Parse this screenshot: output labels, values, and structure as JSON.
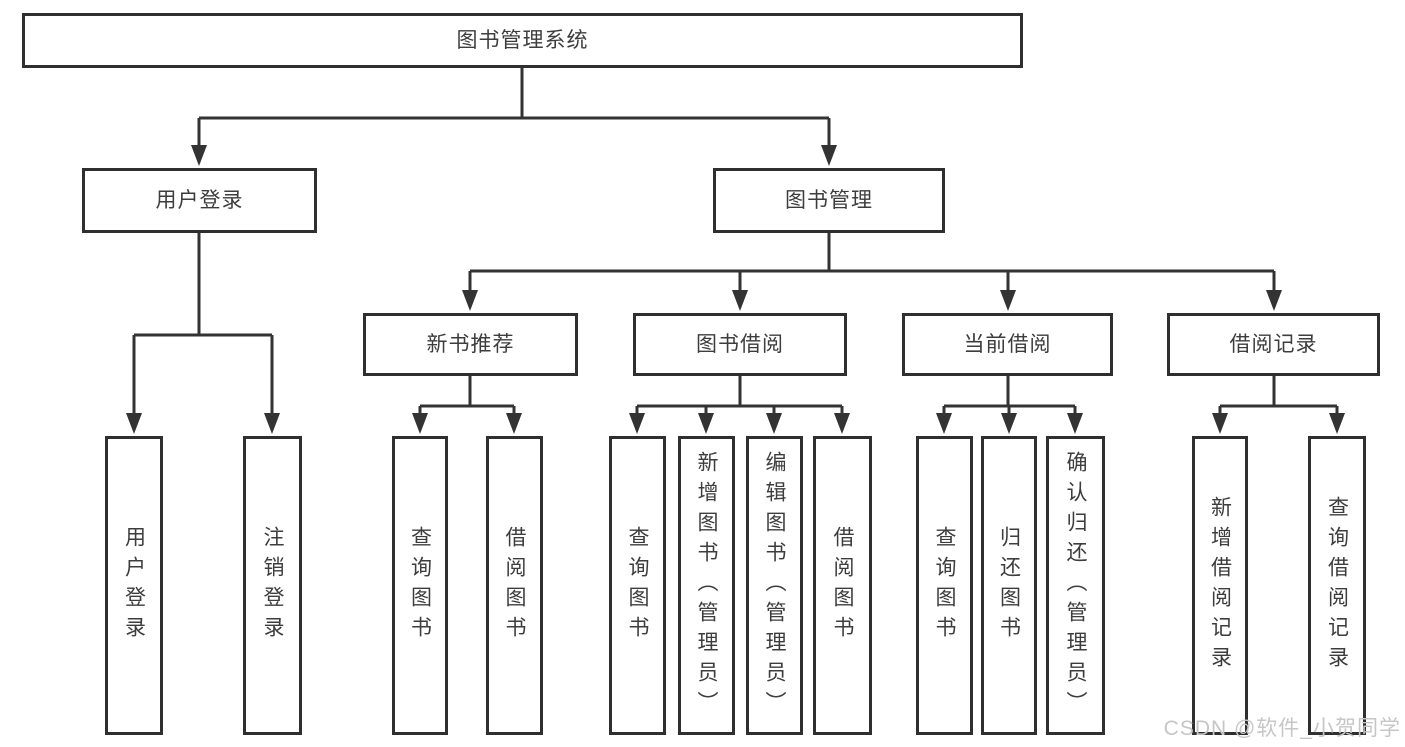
{
  "diagram": {
    "title": "图书管理系统",
    "type": "tree",
    "root": {
      "label": "图书管理系统"
    },
    "level2": [
      {
        "label": "用户登录",
        "parent": "图书管理系统"
      },
      {
        "label": "图书管理",
        "parent": "图书管理系统"
      }
    ],
    "level3": [
      {
        "label": "新书推荐",
        "parent": "图书管理"
      },
      {
        "label": "图书借阅",
        "parent": "图书管理"
      },
      {
        "label": "当前借阅",
        "parent": "图书管理"
      },
      {
        "label": "借阅记录",
        "parent": "图书管理"
      }
    ],
    "leaves": [
      {
        "label": "用户登录",
        "parent": "用户登录"
      },
      {
        "label": "注销登录",
        "parent": "用户登录"
      },
      {
        "label": "查询图书",
        "parent": "新书推荐"
      },
      {
        "label": "借阅图书",
        "parent": "新书推荐"
      },
      {
        "label": "查询图书",
        "parent": "图书借阅"
      },
      {
        "label": "新增图书（管理员）",
        "parent": "图书借阅"
      },
      {
        "label": "编辑图书（管理员）",
        "parent": "图书借阅"
      },
      {
        "label": "借阅图书",
        "parent": "图书借阅"
      },
      {
        "label": "查询图书",
        "parent": "当前借阅"
      },
      {
        "label": "归还图书",
        "parent": "当前借阅"
      },
      {
        "label": "确认归还（管理员）",
        "parent": "当前借阅"
      },
      {
        "label": "新增借阅记录",
        "parent": "借阅记录"
      },
      {
        "label": "查询借阅记录",
        "parent": "借阅记录"
      }
    ],
    "colors": {
      "line": "#333333",
      "box_border": "#2f2f2f",
      "text": "#3d3d3d",
      "background": "#ffffff",
      "watermark": "#c6c6c6"
    },
    "watermark": "CSDN @软件_小贺同学"
  }
}
